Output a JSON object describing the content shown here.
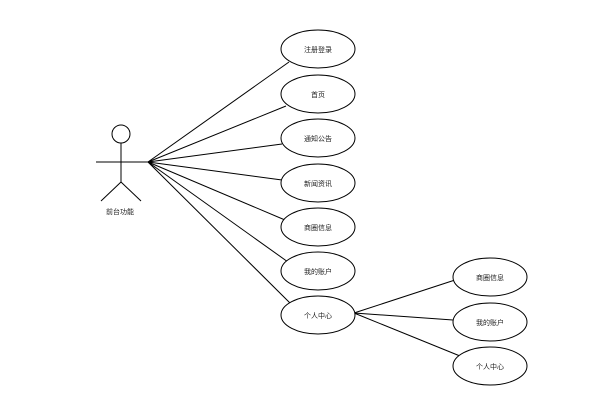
{
  "actor": {
    "label": "前台功能"
  },
  "use_cases": [
    {
      "id": "uc1",
      "label": "注册登录"
    },
    {
      "id": "uc2",
      "label": "首页"
    },
    {
      "id": "uc3",
      "label": "通知公告"
    },
    {
      "id": "uc4",
      "label": "新闻资讯"
    },
    {
      "id": "uc5",
      "label": "商圈信息"
    },
    {
      "id": "uc6",
      "label": "我的账户"
    },
    {
      "id": "uc7",
      "label": "个人中心"
    }
  ],
  "sub_use_cases": [
    {
      "id": "sub1",
      "label": "商圈信息"
    },
    {
      "id": "sub2",
      "label": "我的账户"
    },
    {
      "id": "sub3",
      "label": "个人中心"
    }
  ]
}
